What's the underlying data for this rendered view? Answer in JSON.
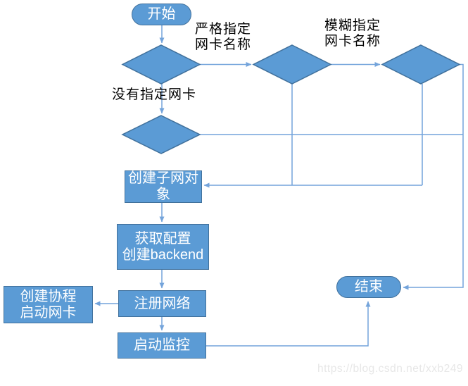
{
  "flowchart": {
    "nodes": {
      "start": "开始",
      "end": "结束",
      "create_subnet": "创建子网对象",
      "get_config": "获取配置\n创建backend",
      "register_network": "注册网络",
      "create_coroutine": "创建协程\n启动网卡",
      "start_monitor": "启动监控"
    },
    "edge_labels": {
      "strict_nic": "严格指定\n网卡名称",
      "fuzzy_nic": "模糊指定\n网卡名称",
      "no_nic": "没有指定网卡"
    },
    "colors": {
      "shape_fill": "#5B9BD5",
      "shape_border": "#41719C",
      "connector": "#74A4DB",
      "label_text": "#000000",
      "node_text": "#FFFFFF",
      "watermark_text": "#E7E7E7"
    },
    "watermark": "https://blog.csdn.net/xxb249"
  }
}
